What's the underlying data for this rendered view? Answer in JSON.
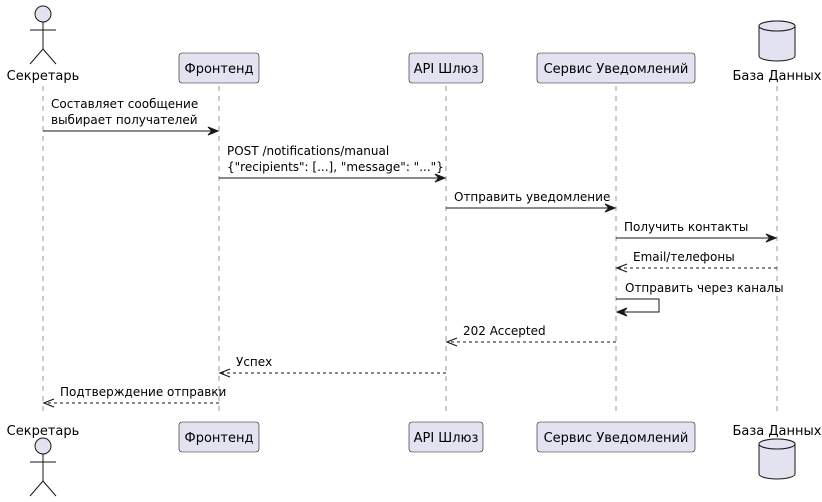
{
  "participants": [
    {
      "id": "secretary",
      "label": "Секретарь",
      "kind": "actor"
    },
    {
      "id": "frontend",
      "label": "Фронтенд",
      "kind": "participant"
    },
    {
      "id": "gateway",
      "label": "API Шлюз",
      "kind": "participant"
    },
    {
      "id": "notify",
      "label": "Сервис Уведомлений",
      "kind": "participant"
    },
    {
      "id": "db",
      "label": "База Данных",
      "kind": "database"
    }
  ],
  "messages": [
    {
      "from": "secretary",
      "to": "frontend",
      "lines": [
        "Составляет сообщение",
        "выбирает получателей"
      ],
      "style": "solid"
    },
    {
      "from": "frontend",
      "to": "gateway",
      "lines": [
        "POST /notifications/manual",
        "{\"recipients\": [...], \"message\": \"...\"}"
      ],
      "style": "solid"
    },
    {
      "from": "gateway",
      "to": "notify",
      "lines": [
        "Отправить уведомление"
      ],
      "style": "solid"
    },
    {
      "from": "notify",
      "to": "db",
      "lines": [
        "Получить контакты"
      ],
      "style": "solid"
    },
    {
      "from": "db",
      "to": "notify",
      "lines": [
        "Email/телефоны"
      ],
      "style": "dashed"
    },
    {
      "from": "notify",
      "to": "notify",
      "lines": [
        "Отправить через каналы"
      ],
      "style": "solid"
    },
    {
      "from": "notify",
      "to": "gateway",
      "lines": [
        "202 Accepted"
      ],
      "style": "dashed"
    },
    {
      "from": "gateway",
      "to": "frontend",
      "lines": [
        "Успех"
      ],
      "style": "dashed"
    },
    {
      "from": "frontend",
      "to": "secretary",
      "lines": [
        "Подтверждение отправки"
      ],
      "style": "dashed"
    }
  ]
}
